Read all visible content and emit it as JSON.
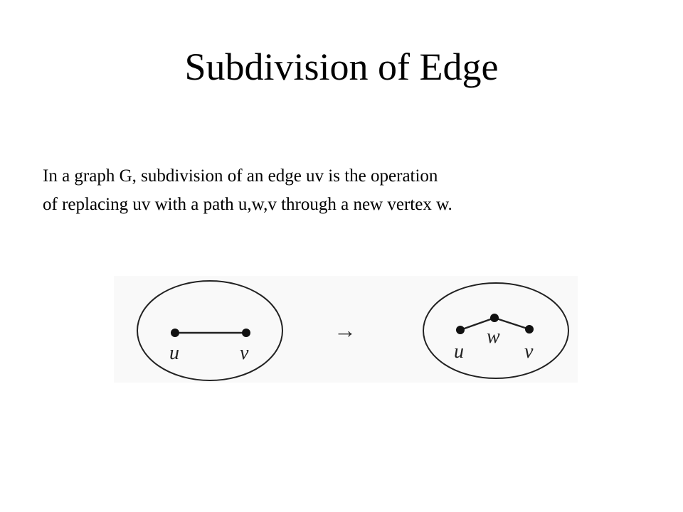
{
  "slide": {
    "title": "Subdivision of Edge",
    "body_lines": [
      "In a graph G, subdivision of an edge uv is the operation",
      "of replacing uv with a path u,w,v through a new vertex w."
    ]
  },
  "figure": {
    "before": {
      "vertices": [
        "u",
        "v"
      ],
      "edges": [
        [
          "u",
          "v"
        ]
      ]
    },
    "arrow": "→",
    "after": {
      "vertices": [
        "u",
        "w",
        "v"
      ],
      "edges": [
        [
          "u",
          "w"
        ],
        [
          "w",
          "v"
        ]
      ]
    }
  }
}
